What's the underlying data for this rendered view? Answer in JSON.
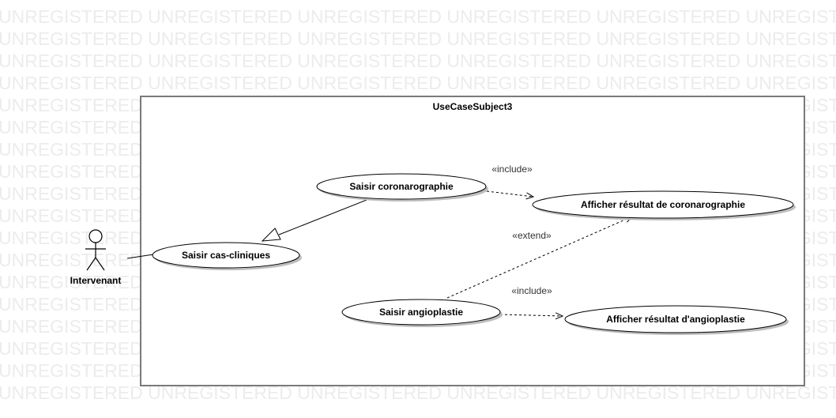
{
  "watermark": "UNREGISTERED UNREGISTERED UNREGISTERED UNREGISTERED UNREGISTERED UNREGISTERED",
  "subject": {
    "title": "UseCaseSubject3"
  },
  "actor": {
    "name": "Intervenant"
  },
  "use_cases": {
    "saisir_cas_cliniques": "Saisir cas-cliniques",
    "saisir_coronarographie": "Saisir coronarographie",
    "afficher_coronarographie": "Afficher résultat de coronarographie",
    "saisir_angioplastie": "Saisir angioplastie",
    "afficher_angioplastie": "Afficher résultat d'angioplastie"
  },
  "relations": {
    "include_coronarographie": "«include»",
    "extend_angioplastie": "«extend»",
    "include_angioplastie": "«include»"
  }
}
